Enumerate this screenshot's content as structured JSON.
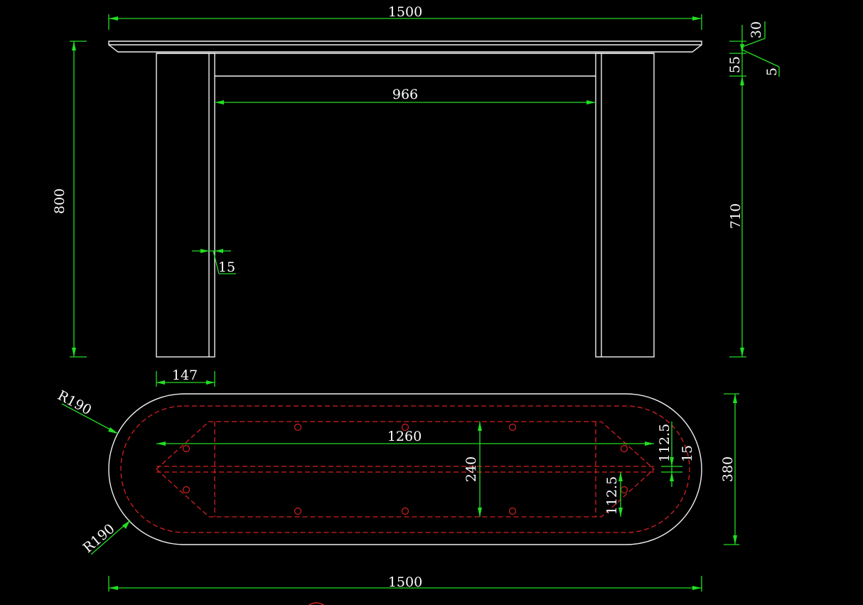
{
  "dimensions": {
    "elevation_width": "1500",
    "inner_span": "966",
    "total_height": "800",
    "leg_height": "710",
    "top_thickness": "30",
    "apron_height": "55",
    "top_edge": "5",
    "panel_thickness": "15",
    "leg_width": "147",
    "radius_top": "R190",
    "radius_bottom": "R190",
    "frame_length": "1260",
    "frame_width": "240",
    "offset_upper": "112.5",
    "offset_lower": "112.5",
    "edge_offset": "15",
    "plan_depth": "380",
    "plan_width": "1500"
  },
  "colors": {
    "dimension": "#22dd22",
    "outline": "#f0f0f0",
    "hidden": "#d42020",
    "text": "#ffffff",
    "background": "#000000"
  }
}
